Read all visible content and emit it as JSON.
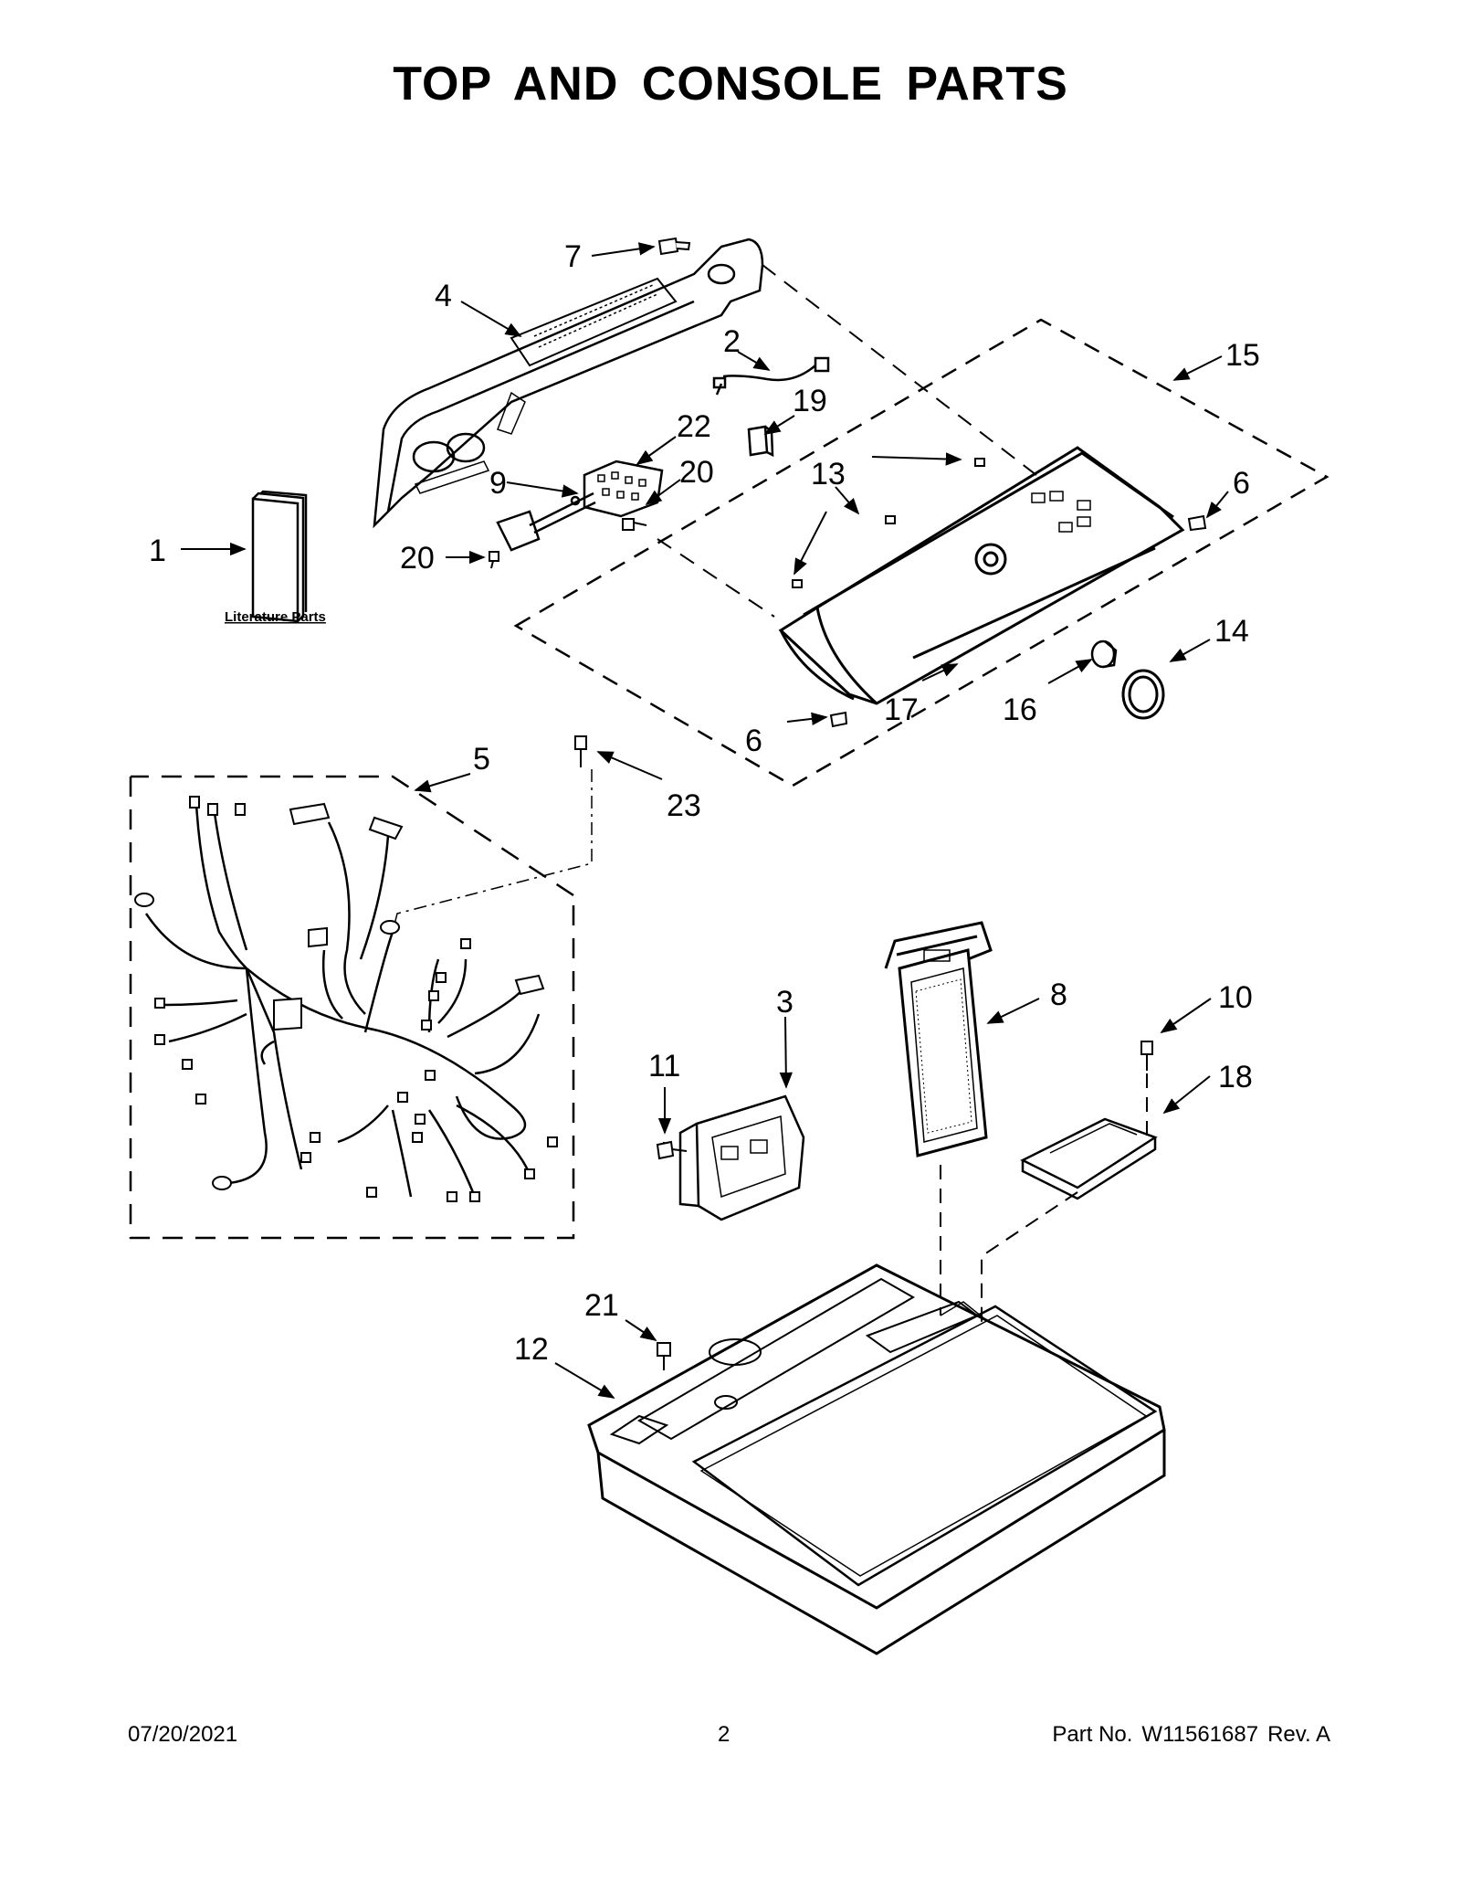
{
  "title": "TOP AND CONSOLE PARTS",
  "literature_label": "Literature Parts",
  "callouts": {
    "c1": "1",
    "c2": "2",
    "c3": "3",
    "c4": "4",
    "c5": "5",
    "c6": "6",
    "c7": "7",
    "c8": "8",
    "c9": "9",
    "c10": "10",
    "c11": "11",
    "c12": "12",
    "c13": "13",
    "c14": "14",
    "c15": "15",
    "c16": "16",
    "c17": "17",
    "c18": "18",
    "c19": "19",
    "c20": "20",
    "c21": "21",
    "c22": "22",
    "c23": "23"
  },
  "footer": {
    "date": "07/20/2021",
    "page": "2",
    "part_label": "Part No.",
    "part_number": "W11561687",
    "revision": "Rev.  A"
  }
}
